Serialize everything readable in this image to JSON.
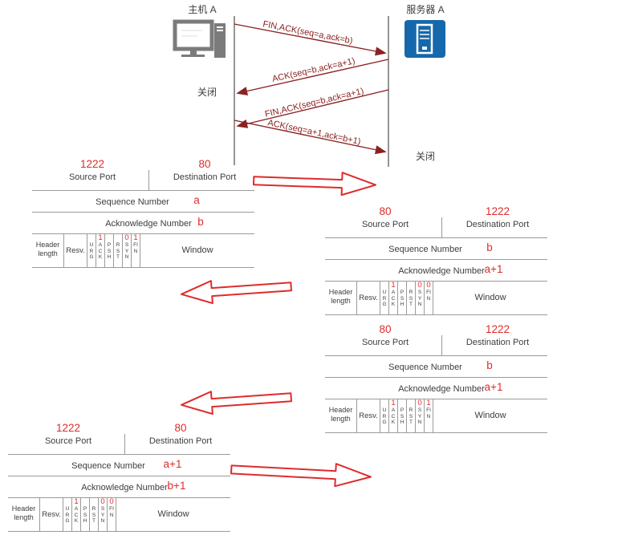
{
  "palette": {
    "timeline_arrow_red": "#8b2222",
    "annotation_red": "#e02b2b",
    "server_blue": "#1568ab",
    "text_dark": "#3d3d3d",
    "line_gray": "#9a9a9a"
  },
  "timeline": {
    "host_label": "主机 A",
    "server_label": "服务器 A",
    "host_close_label": "关闭",
    "server_close_label": "关闭",
    "messages": [
      {
        "label": "FIN,ACK(seq=a,ack=b)",
        "direction": "host-to-server"
      },
      {
        "label": "ACK(seq=b,ack=a+1)",
        "direction": "server-to-host"
      },
      {
        "label": "FIN,ACK(seq=b,ack=a+1)",
        "direction": "server-to-host"
      },
      {
        "label": "ACK(seq=a+1,ack=b+1)",
        "direction": "host-to-server"
      }
    ]
  },
  "segment_labels": {
    "source_port": "Source Port",
    "destination_port": "Destination Port",
    "sequence_number": "Sequence Number",
    "acknowledge_number": "Acknowledge Number",
    "header_length": "Header length",
    "resv": "Resv.",
    "window": "Window",
    "flags": [
      "URG",
      "ACK",
      "PSH",
      "RST",
      "SYN",
      "FIN"
    ]
  },
  "segments": [
    {
      "source_port": "1222",
      "destination_port": "80",
      "sequence": "a",
      "ack": "b",
      "ack_flag": "1",
      "syn_flag": "0",
      "fin_flag": "1"
    },
    {
      "source_port": "80",
      "destination_port": "1222",
      "sequence": "b",
      "ack": "a+1",
      "ack_flag": "1",
      "syn_flag": "0",
      "fin_flag": "0"
    },
    {
      "source_port": "80",
      "destination_port": "1222",
      "sequence": "b",
      "ack": "a+1",
      "ack_flag": "1",
      "syn_flag": "0",
      "fin_flag": "1"
    },
    {
      "source_port": "1222",
      "destination_port": "80",
      "sequence": "a+1",
      "ack": "b+1",
      "ack_flag": "1",
      "syn_flag": "0",
      "fin_flag": "0"
    }
  ]
}
